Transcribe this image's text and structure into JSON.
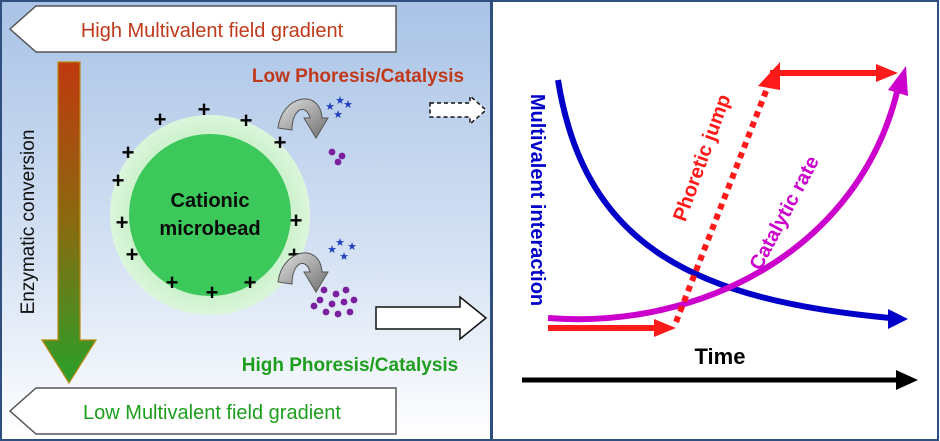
{
  "left_panel": {
    "top_banner": "High Multivalent field gradient",
    "bottom_banner": "Low Multivalent field gradient",
    "vertical_axis": "Enzymatic conversion",
    "bead_label_line1": "Cationic",
    "bead_label_line2": "microbead",
    "low_label": "Low Phoresis/Catalysis",
    "high_label": "High Phoresis/Catalysis",
    "charge_symbol": "+"
  },
  "right_panel": {
    "multivalent_label": "Multivalent interaction",
    "phoretic_label": "Phoretic jump",
    "catalytic_label": "Catalytic rate",
    "time_label": "Time"
  },
  "colors": {
    "left_bg_top": "#a9c3e6",
    "left_bg_bottom": "#ffffff",
    "panel_border": "#2f4f7f",
    "top_text": "#c0391b",
    "low_text": "#c0391b",
    "bottom_text": "#1e9e1e",
    "high_text": "#1e9e1e",
    "bead": "#3cc85a",
    "bead_halo": "#c8f0c8",
    "star": "#1f3fbf",
    "dot": "#7a1f9e",
    "multivalent": "#0000c8",
    "phoretic": "#ff1a1a",
    "catalytic": "#cc00cc",
    "time": "#000000"
  }
}
